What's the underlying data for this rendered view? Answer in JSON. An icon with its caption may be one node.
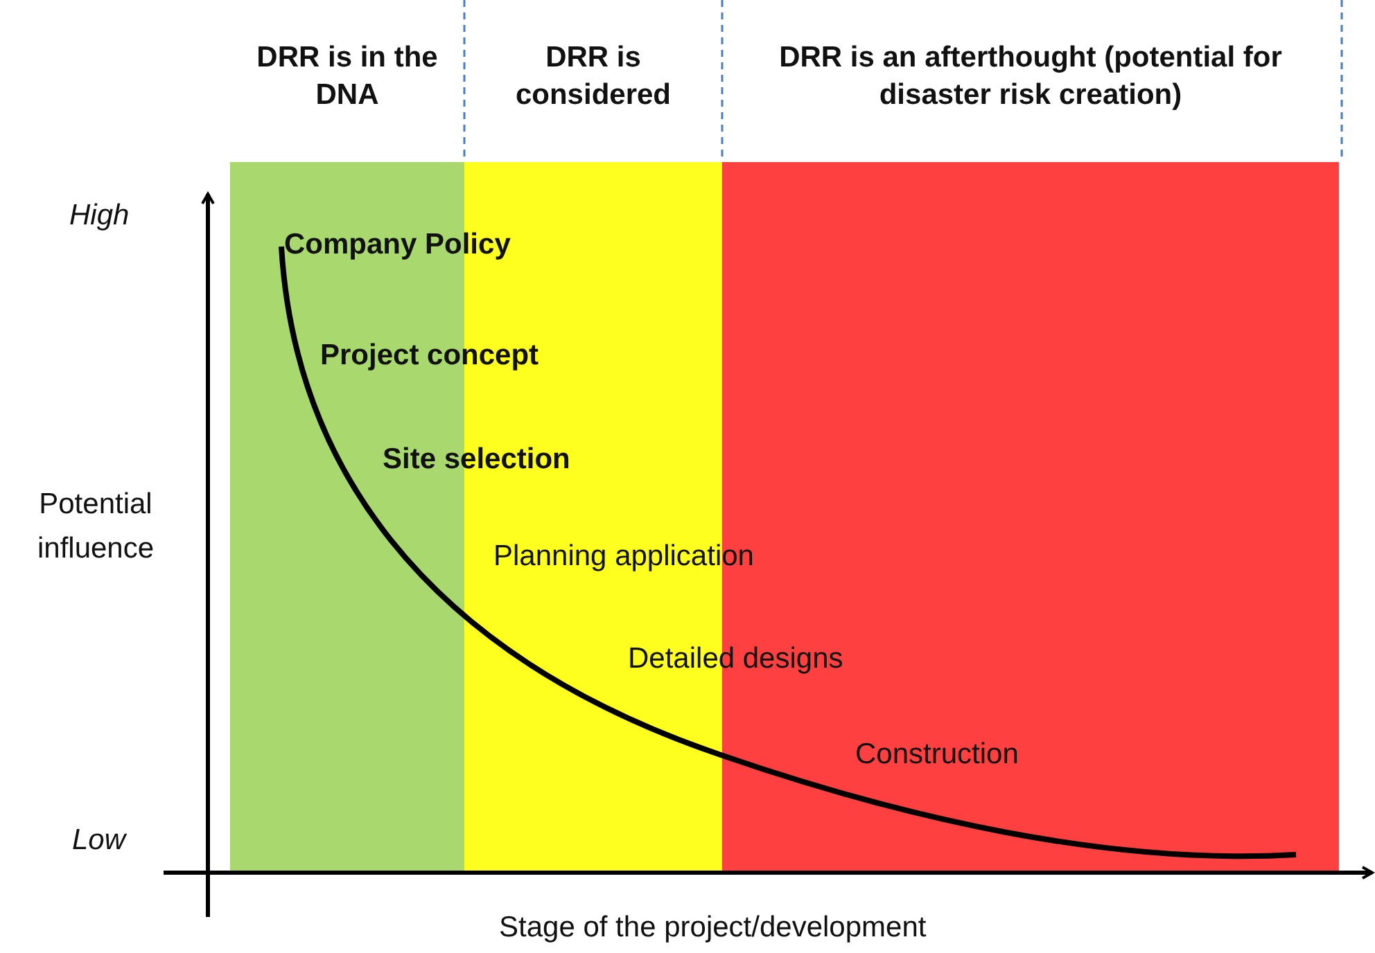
{
  "diagram": {
    "nodes": [
      {
        "text": [
          "DRR is in the DNA"
        ]
      },
      {
        "text": [
          "DRR is considered"
        ]
      },
      {
        "text": [
          "DRR is an afterthought (potential for disaster risk creation)"
        ]
      }
    ],
    "labels": [
      "High",
      "Potential influence",
      "Low",
      "Company Policy",
      "Project concept",
      "Site selection",
      "Planning application",
      "Detailed designs",
      "Construction",
      "Stage of the project/development"
    ]
  }
}
